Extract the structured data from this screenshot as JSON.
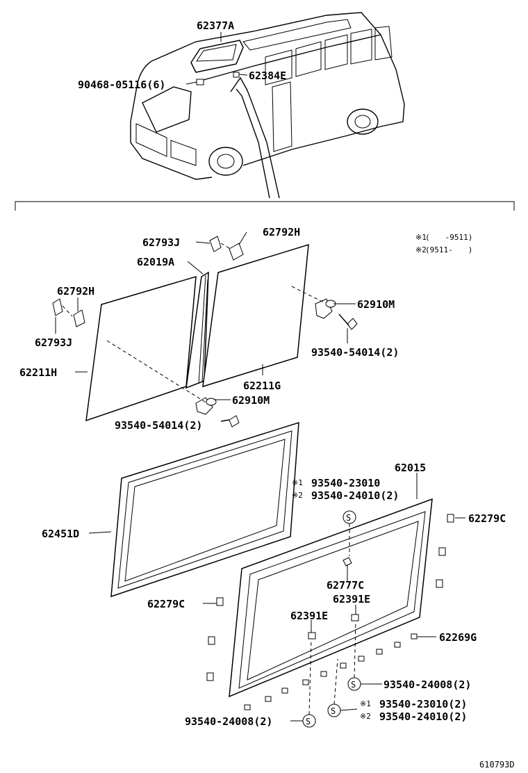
{
  "figure_id": "610793D",
  "notes": {
    "note1_mark": "※1",
    "note1_text": "(　　-9511)",
    "note2_mark": "※2",
    "note2_text": "(9511-　　)"
  },
  "labels": {
    "p62377A": "62377A",
    "p90468": "90468-05116(6)",
    "p62384E": "62384E",
    "p62793J_top": "62793J",
    "p62792H_top": "62792H",
    "p62019A": "62019A",
    "p62792H_left": "62792H",
    "p62793J_left": "62793J",
    "p62910M_right": "62910M",
    "p93540_54014_right": "93540-54014(2)",
    "p62211H": "62211H",
    "p62211G": "62211G",
    "p62910M_bottom": "62910M",
    "p93540_54014_bottom": "93540-54014(2)",
    "p62015": "62015",
    "p93540_23010_top": "93540-23010",
    "p93540_24010_top": "93540-24010(2)",
    "p62279C_right": "62279C",
    "p62451D": "62451D",
    "p62777C": "62777C",
    "p62391E_right": "62391E",
    "p62279C_left": "62279C",
    "p62391E_left": "62391E",
    "p62269G": "62269G",
    "p93540_24008_right": "93540-24008(2)",
    "p93540_23010_bottom": "93540-23010(2)",
    "p93540_24010_bottom": "93540-24010(2)",
    "p93540_24008_left": "93540-24008(2)",
    "note_mark_1": "※1",
    "note_mark_2": "※2",
    "screw_symbol": "S"
  }
}
